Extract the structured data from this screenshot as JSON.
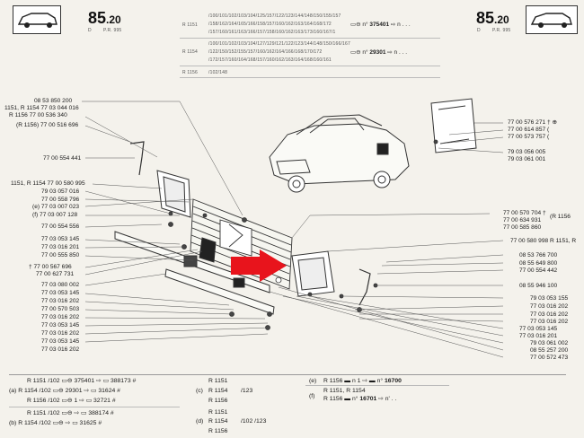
{
  "header": {
    "page_number": "85",
    "page_sub": ".20",
    "left_code": "D",
    "left_pr": "P.R. 995",
    "right_code": "D",
    "right_pr": "P.R. 995",
    "models": [
      {
        "name": "R 1151",
        "codes": [
          "/100/101/102/103/104/125/157/122/123/144/148/150/155/157",
          "/158/162/164/165/166/158/157/160/162/163/164/168/172",
          "/157/160/161/163/166/157/158/160/162/163/173/160/167/1"
        ]
      },
      {
        "name": "R 1154",
        "codes": [
          "/100/101/102/103/104/127/129/121/122/123/144/148/150/166/167",
          "/122/150/152/155/157/160/162/164/166/168/170/172",
          "/172/157/160/164/168/157/160/162/163/164/168/160/161"
        ]
      },
      {
        "name": "R 1156",
        "codes": [
          "/102/148"
        ]
      }
    ],
    "ref1": "375401",
    "ref2": "29301"
  },
  "labels_left": [
    "08 53 850 200",
    "1151, R 1154  77 03 044 016",
    "R 1156  77 00 536 340",
    "(R 1156) 77 00 516 696",
    "77 00 554 441",
    "1151, R 1154  77 00 580 995",
    "79 03 057 016",
    "77 00 558 796",
    "(e) 77 03 007 023",
    "(f) 77 03 007 128",
    "77 00 554 556",
    "77 03 053 145",
    "77 03 016 201",
    "77 00 555 850",
    "77 00 567 696",
    "77 00 627 731",
    "77 03 080 002",
    "77 03 053 145",
    "77 03 016 202",
    "77 00 570 503",
    "77 03 016 202",
    "77 03 053 145",
    "77 03 016 202",
    "77 03 053 145",
    "77 03 016 202"
  ],
  "labels_right": [
    "77 00 576 271",
    "77 00 614 857",
    "77 00 573 757",
    "79 03 056 005",
    "79 03 061 001",
    "77 00 570 704",
    "77 00 634 931",
    "77 00 585 860",
    "(R 1156",
    "77 00 580 998",
    "R 1151, R",
    "08 53 766 700",
    "08 55 649 800",
    "77 00 554 442",
    "08 55 946 100",
    "79 03 053 155",
    "77 03 016 202",
    "77 03 016 202",
    "77 03 016 202",
    "77 03 053 145",
    "77 03 016 201",
    "79 03 061 002",
    "08 55 257 200",
    "77 00 572 473"
  ],
  "bottom_left": [
    {
      "tag": "",
      "model": "R 1151",
      "variant": "/102",
      "ref": "375401",
      "part": "388173"
    },
    {
      "tag": "(a)",
      "model": "R 1154",
      "variant": "/102",
      "ref": "29301",
      "part": "31624"
    },
    {
      "tag": "",
      "model": "R 1156",
      "variant": "/102",
      "ref": "1",
      "part": "32721"
    },
    {
      "tag": "",
      "model": "R 1151",
      "variant": "/102",
      "ref": "",
      "part": "388174"
    },
    {
      "tag": "(b)",
      "model": "R 1154",
      "variant": "/102",
      "ref": "",
      "part": "31625"
    }
  ],
  "bottom_mid_c": {
    "tag": "(c)",
    "lines": [
      "R 1151",
      "R 1154",
      "R 1156"
    ],
    "variant": "/123"
  },
  "bottom_mid_d": {
    "tag": "(d)",
    "lines": [
      "R 1151",
      "R 1154",
      "R 1156"
    ],
    "variant": "/102 /123"
  },
  "bottom_right": {
    "e_tag": "(e)",
    "e_model": "R 1156",
    "e_ref": "1",
    "e_part": "16700",
    "f_tag": "(f)",
    "f_line1": "R 1151, R 1154",
    "f_model": "R 1156",
    "f_part": "16701",
    "f_suffix": "n'"
  },
  "colors": {
    "arrow": "#e8141c",
    "paper": "#f4f2ec",
    "ink": "#222222"
  }
}
